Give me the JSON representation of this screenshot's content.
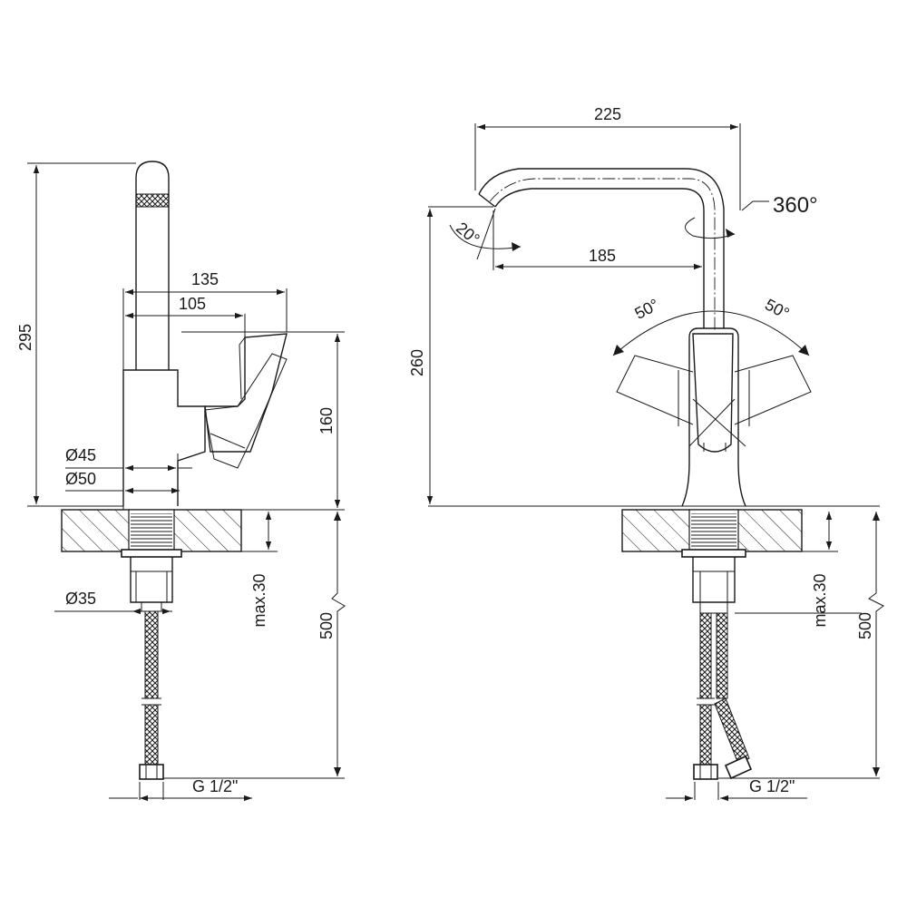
{
  "side_view": {
    "dim_height_total": "295",
    "dim_width_lever": "135",
    "dim_width_body": "105",
    "dim_height_body": "160",
    "dim_diameter_top": "Ø45",
    "dim_diameter_base": "Ø50",
    "dim_diameter_shank": "Ø35",
    "dim_max_thickness": "max.30",
    "dim_hose_length": "500",
    "dim_thread": "G 1/2\""
  },
  "front_view": {
    "dim_reach_total": "225",
    "dim_rotation": "360°",
    "dim_spout_angle": "20°",
    "dim_reach_outlet": "185",
    "dim_height_outlet": "260",
    "dim_lever_angle_left": "50°",
    "dim_lever_angle_right": "50°",
    "dim_max_thickness": "max.30",
    "dim_hose_length": "500",
    "dim_thread": "G 1/2\""
  }
}
